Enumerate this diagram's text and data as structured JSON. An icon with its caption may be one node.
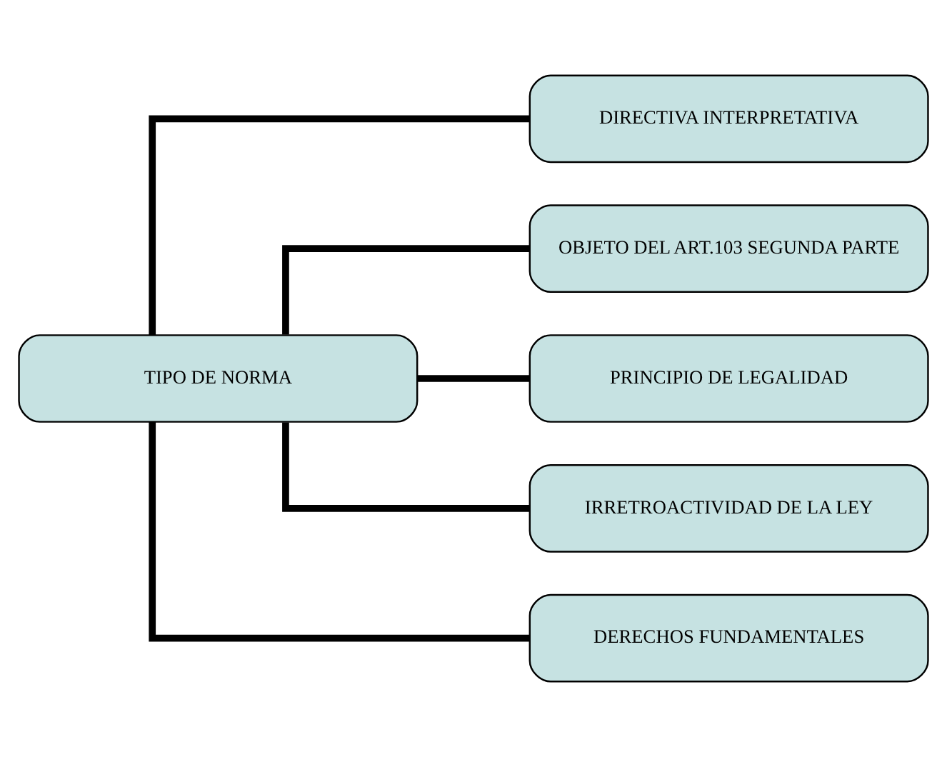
{
  "diagram": {
    "nodes": [
      {
        "text": [
          "DIRECTIVA INTERPRETATIVA"
        ]
      },
      {
        "text": [
          "TIPO DE NORMA"
        ]
      },
      {
        "text": [
          "OBJETO DEL ART.103 SEGUNDA PARTE"
        ]
      },
      {
        "text": [
          "PRINCIPIO DE LEGALIDAD"
        ]
      },
      {
        "text": [
          "IRRETROACTIVIDAD DE LA LEY"
        ]
      },
      {
        "text": [
          "DERECHOS FUNDAMENTALES"
        ]
      }
    ],
    "edges": [
      {
        "from": 0,
        "to": 1,
        "arrow": "none"
      },
      {
        "from": 1,
        "to": 2,
        "arrow": "none"
      },
      {
        "from": 1,
        "to": 3,
        "arrow": "none"
      },
      {
        "from": 1,
        "to": 4,
        "arrow": "none"
      },
      {
        "from": 1,
        "to": 5,
        "arrow": "none"
      }
    ]
  }
}
